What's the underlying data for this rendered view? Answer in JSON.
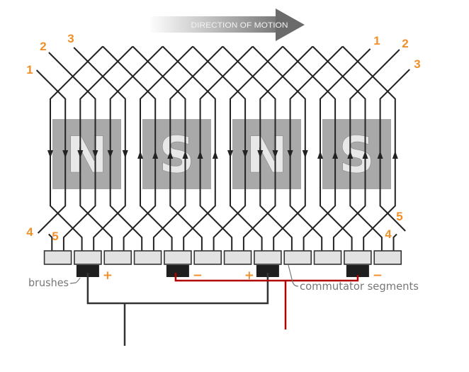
{
  "figure": {
    "direction_arrow": {
      "label": "DIRECTION OF MOTION"
    },
    "poles": [
      {
        "letter": "N"
      },
      {
        "letter": "S"
      },
      {
        "letter": "N"
      },
      {
        "letter": "S"
      }
    ],
    "conductors": {
      "count": 24,
      "current_directions": [
        "down",
        "down",
        "down",
        "down",
        "down",
        "down",
        "up",
        "up",
        "up",
        "up",
        "up",
        "up",
        "down",
        "down",
        "down",
        "down",
        "down",
        "down",
        "up",
        "up",
        "up",
        "up",
        "up",
        "up"
      ]
    },
    "commutator": {
      "segment_count": 12
    },
    "brushes": [
      {
        "segment": 1,
        "polarity": "+"
      },
      {
        "segment": 4,
        "polarity": "−"
      },
      {
        "segment": 7,
        "polarity": "+"
      },
      {
        "segment": 10,
        "polarity": "−"
      }
    ],
    "terminal_labels": {
      "top_left": [
        "1",
        "2",
        "3"
      ],
      "top_right": [
        "1",
        "2",
        "3"
      ],
      "bottom_left": [
        "4",
        "5"
      ],
      "bottom_right": [
        "5",
        "4"
      ]
    },
    "callouts": {
      "brushes": "brushes",
      "commutator_segments": "commutator segments"
    },
    "wires": {
      "positive": {
        "connects_brushes": [
          0,
          2
        ],
        "color": "#333333"
      },
      "negative": {
        "connects_brushes": [
          1,
          3
        ],
        "color": "#b00000"
      }
    },
    "colors": {
      "label_orange": "#f0902a",
      "magnet": "#a9a9a9",
      "pole_letter": "#e8e8e8",
      "conductor": "#222222",
      "segment_fill": "#e2e2e2",
      "segment_border": "#333333",
      "brush": "#1e1e1e",
      "callout_text": "#777777",
      "arrow_dark": "#6b6b6b"
    }
  }
}
